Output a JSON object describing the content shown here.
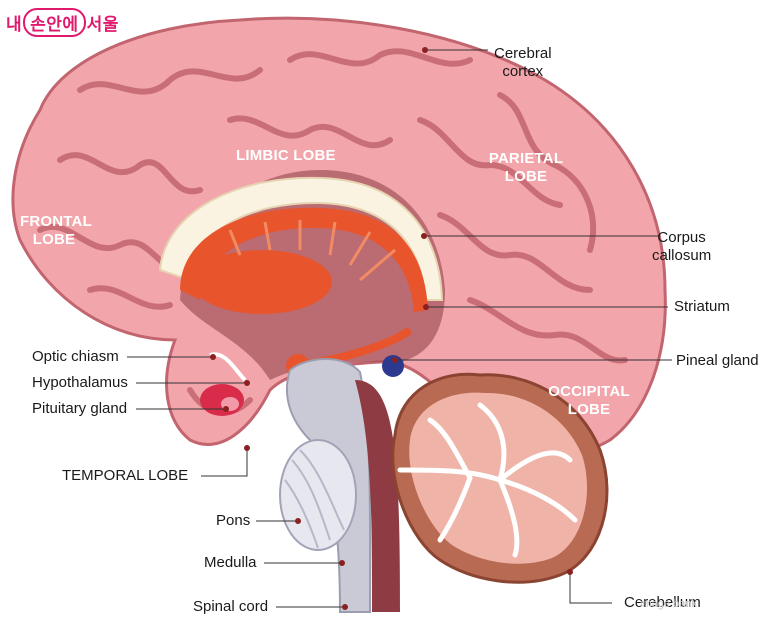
{
  "logo": {
    "pre": "내",
    "boxed": "손안에",
    "post": "서울"
  },
  "watermark": "image bank",
  "lobes": {
    "limbic": "LIMBIC LOBE",
    "frontal_1": "FRONTAL",
    "frontal_2": "LOBE",
    "parietal_1": "PARIETAL",
    "parietal_2": "LOBE",
    "occipital_1": "OCCIPITAL",
    "occipital_2": "LOBE"
  },
  "labels": {
    "cerebral_cortex_1": "Cerebral",
    "cerebral_cortex_2": "cortex",
    "corpus_callosum_1": "Corpus",
    "corpus_callosum_2": "callosum",
    "striatum": "Striatum",
    "pineal_gland": "Pineal gland",
    "optic_chiasm": "Optic chiasm",
    "hypothalamus": "Hypothalamus",
    "pituitary_gland": "Pituitary gland",
    "temporal_lobe": "TEMPORAL LOBE",
    "pons": "Pons",
    "medulla": "Medulla",
    "spinal_cord": "Spinal cord",
    "cerebellum": "Cerebellum"
  },
  "colors": {
    "cortex": "#f2a6ac",
    "cortex_dark": "#c2656e",
    "callosum": "#fbf3e2",
    "striatum": "#e8552c",
    "brainstem": "#c9cad6",
    "cerebellum": "#b96a52",
    "pineal": "#2b3a8f",
    "pituitary": "#d92c4a"
  }
}
